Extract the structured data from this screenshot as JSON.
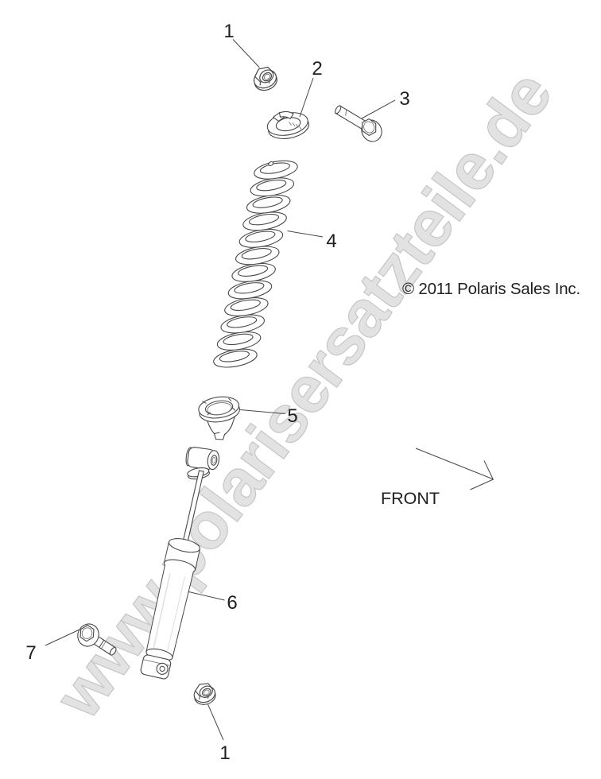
{
  "document": {
    "type": "parts-diagram",
    "copyright": "© 2011 Polaris Sales Inc.",
    "orientation_label": "FRONT",
    "watermark": "www.polarisersatzteile.de"
  },
  "callouts": [
    {
      "id": "1",
      "part": "flange nut (top)"
    },
    {
      "id": "2",
      "part": "spring retainer washer"
    },
    {
      "id": "3",
      "part": "flange bolt (upper)"
    },
    {
      "id": "4",
      "part": "coil spring"
    },
    {
      "id": "5",
      "part": "spring retainer cup"
    },
    {
      "id": "6",
      "part": "shock absorber"
    },
    {
      "id": "7",
      "part": "flange bolt (lower)"
    },
    {
      "id": "1",
      "part": "flange nut (bottom)"
    }
  ],
  "colors": {
    "line": "#474747",
    "line_soft": "#6e6e6e",
    "shade": "#e2e2e2",
    "text": "#1f1f1f",
    "watermark_fill": "#e2e2e2",
    "watermark_stroke": "#c6c6c6",
    "background": "#ffffff"
  }
}
